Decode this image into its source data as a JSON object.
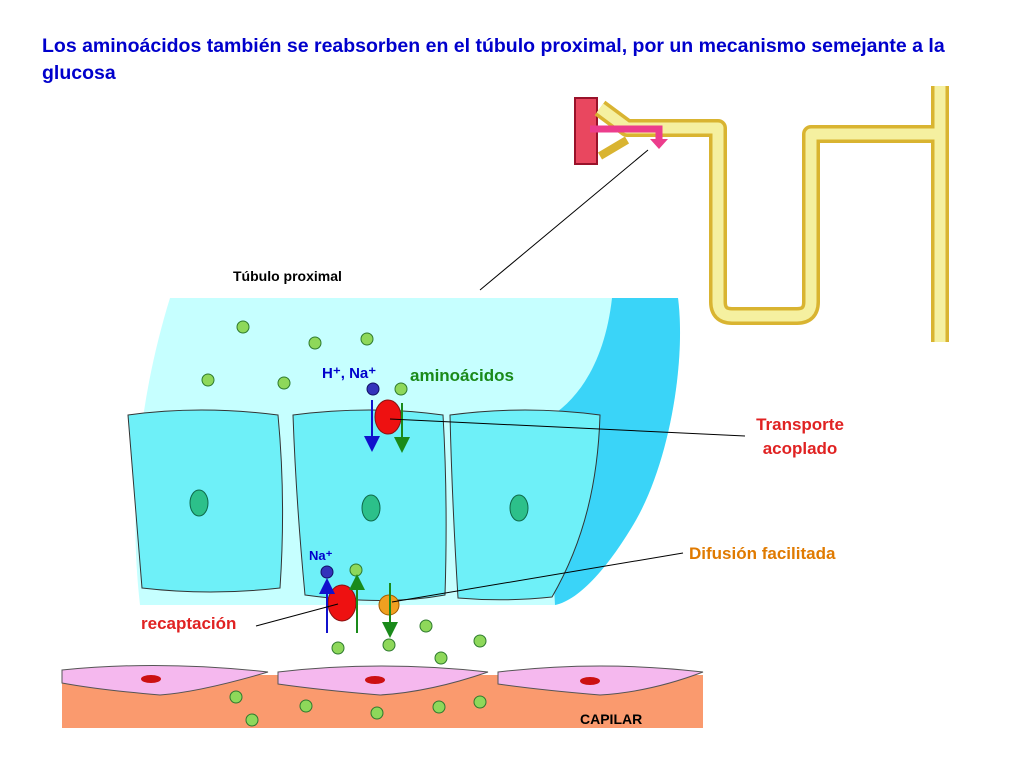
{
  "title": "Los aminoácidos también se reabsorben en el túbulo proximal, por un mecanismo semejante a la glucosa",
  "labels": {
    "tubulo_proximal": "Túbulo proximal",
    "h_na": "H⁺, Na⁺",
    "aminoacidos": "aminoácidos",
    "transporte_line1": "Transporte",
    "transporte_line2": "acoplado",
    "na": "Na⁺",
    "difusion": "Difusión facilitada",
    "recaptacion": "recaptación",
    "capilar": "CAPILAR"
  },
  "colors": {
    "title": "#0000cc",
    "lumen": "#c6ffff",
    "lumen_shade": "#3ad4f8",
    "cell": "#6ef0f8",
    "nucleus": "#2cc08a",
    "amino_acid": "#8ed85a",
    "sodium": "#3333bb",
    "cotransporter": "#ee1111",
    "facilitated_carrier": "#f0a020",
    "capillary": "#fa9a6e",
    "endothelium": "#f5b8ee",
    "nephron_tube": "#f5f0a0",
    "nephron_outline": "#d9b431",
    "label_green": "#1a8a1a",
    "label_red": "#e02222",
    "label_orange": "#e07a00"
  }
}
